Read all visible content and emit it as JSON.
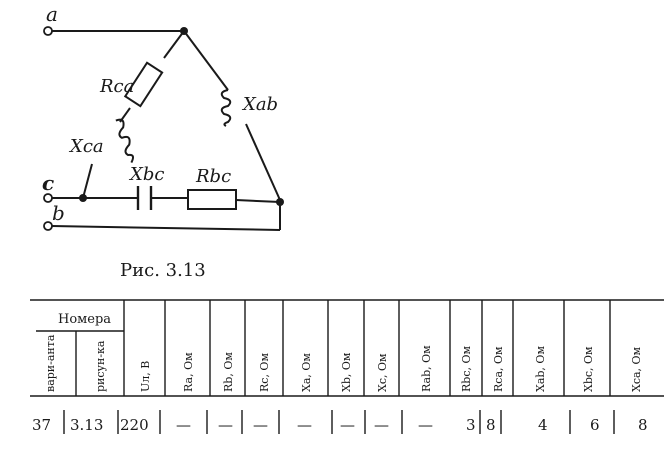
{
  "circuit": {
    "node_a": "a",
    "node_b": "b",
    "node_c": "c",
    "r_ca": "Rca",
    "x_ca": "Xca",
    "x_ab": "Xab",
    "x_bc": "Xbc",
    "r_bc": "Rbc"
  },
  "figure_caption": "Рис. 3.13",
  "table": {
    "group_header": "Номера",
    "sub_headers": [
      "вари-анта",
      "рисун-ка"
    ],
    "column_headers": [
      "Uл, В",
      "Ra, Ом",
      "Rb, Ом",
      "Rc, Ом",
      "Xa, Ом",
      "Xb, Ом",
      "Xc, Ом",
      "Rab, Ом",
      "Rbc, Ом",
      "Rca, Ом",
      "Xab, Ом",
      "Xbc, Ом",
      "Xca, Ом"
    ],
    "row": {
      "variant": "37",
      "figure": "3.13",
      "values": [
        "220",
        "—",
        "—",
        "—",
        "—",
        "—",
        "—",
        "—",
        "3",
        "8",
        "4",
        "6",
        "8"
      ]
    }
  }
}
